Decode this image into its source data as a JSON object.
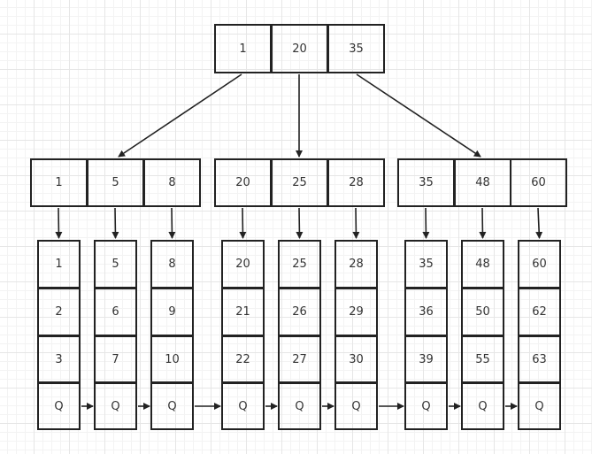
{
  "root": {
    "keys": [
      "1",
      "20",
      "35"
    ]
  },
  "internal": [
    {
      "keys": [
        "1",
        "5",
        "8"
      ]
    },
    {
      "keys": [
        "20",
        "25",
        "28"
      ]
    },
    {
      "keys": [
        "35",
        "48",
        "60"
      ]
    }
  ],
  "leaves": [
    {
      "keys": [
        "1",
        "2",
        "3"
      ],
      "pointer": "Q"
    },
    {
      "keys": [
        "5",
        "6",
        "7"
      ],
      "pointer": "Q"
    },
    {
      "keys": [
        "8",
        "9",
        "10"
      ],
      "pointer": "Q"
    },
    {
      "keys": [
        "20",
        "21",
        "22"
      ],
      "pointer": "Q"
    },
    {
      "keys": [
        "25",
        "26",
        "27"
      ],
      "pointer": "Q"
    },
    {
      "keys": [
        "28",
        "29",
        "30"
      ],
      "pointer": "Q"
    },
    {
      "keys": [
        "35",
        "36",
        "39"
      ],
      "pointer": "Q"
    },
    {
      "keys": [
        "48",
        "50",
        "55"
      ],
      "pointer": "Q"
    },
    {
      "keys": [
        "60",
        "62",
        "63"
      ],
      "pointer": "Q"
    }
  ],
  "colors": {
    "stroke": "#222222",
    "text": "#333333",
    "background": "#ffffff"
  }
}
